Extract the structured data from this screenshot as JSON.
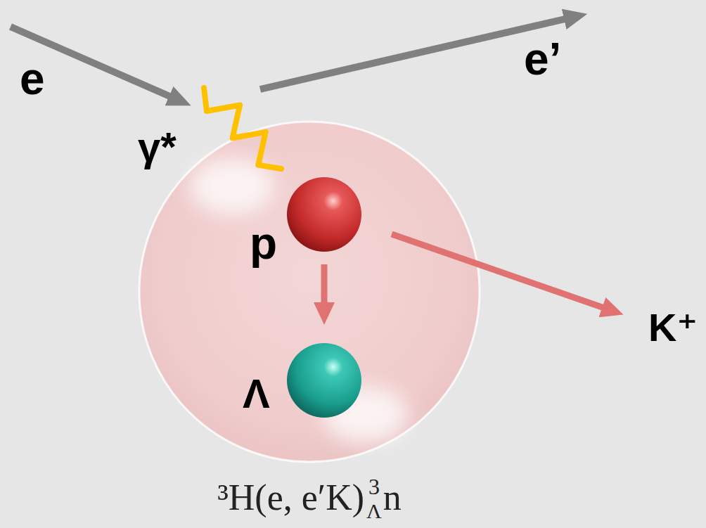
{
  "diagram": {
    "nodes": [
      {
        "text": [
          "p"
        ]
      },
      {
        "text": [
          "Λ"
        ]
      }
    ],
    "edges": [
      {
        "from": 0,
        "to": 1,
        "arrow": "to"
      }
    ],
    "labels": [
      "e",
      "e’",
      "γ*",
      "K⁺",
      "³H(e, e′K)",
      "3",
      "Λ",
      "n"
    ]
  }
}
